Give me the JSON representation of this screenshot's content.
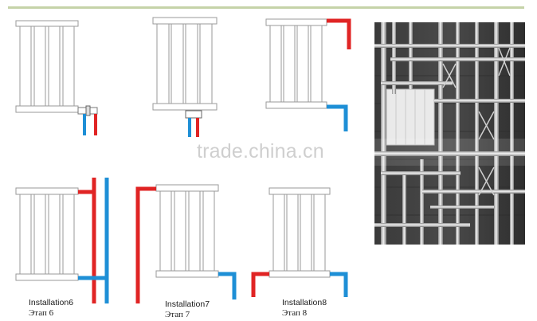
{
  "colors": {
    "rule": "#c5d3a8",
    "radiator_stroke": "#9a9a9a",
    "hot_pipe": "#e02424",
    "cold_pipe": "#1e8fd6"
  },
  "captions": [
    {
      "en": "Installation6",
      "ru": "Этап 6"
    },
    {
      "en": "Installation7",
      "ru": "Этап 7"
    },
    {
      "en": "Installation8",
      "ru": "Этап 8"
    }
  ],
  "watermark": "trade.china.cn",
  "photo": {
    "icon": "pipe-installation-photo"
  }
}
